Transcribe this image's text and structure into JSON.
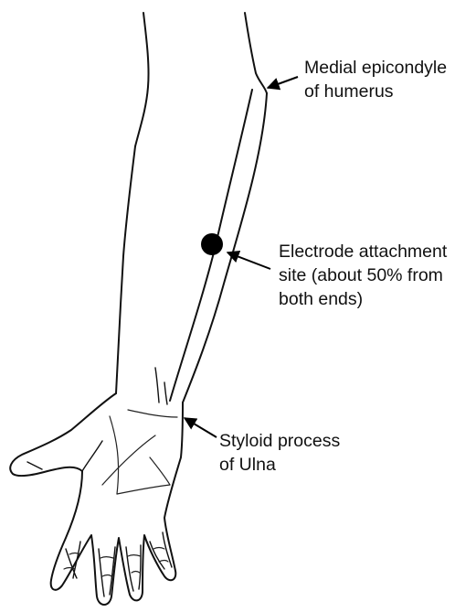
{
  "labels": {
    "medial_epicondyle": {
      "line1": "Medial epicondyle",
      "line2": "of humerus"
    },
    "electrode_site": {
      "line1": "Electrode attachment",
      "line2": "site (about 50% from",
      "line3": "both ends)"
    },
    "styloid_process": {
      "line1": "Styloid process",
      "line2": "of Ulna"
    }
  },
  "colors": {
    "line": "#111111",
    "electrode_dot": "#000000",
    "background": "#ffffff"
  }
}
